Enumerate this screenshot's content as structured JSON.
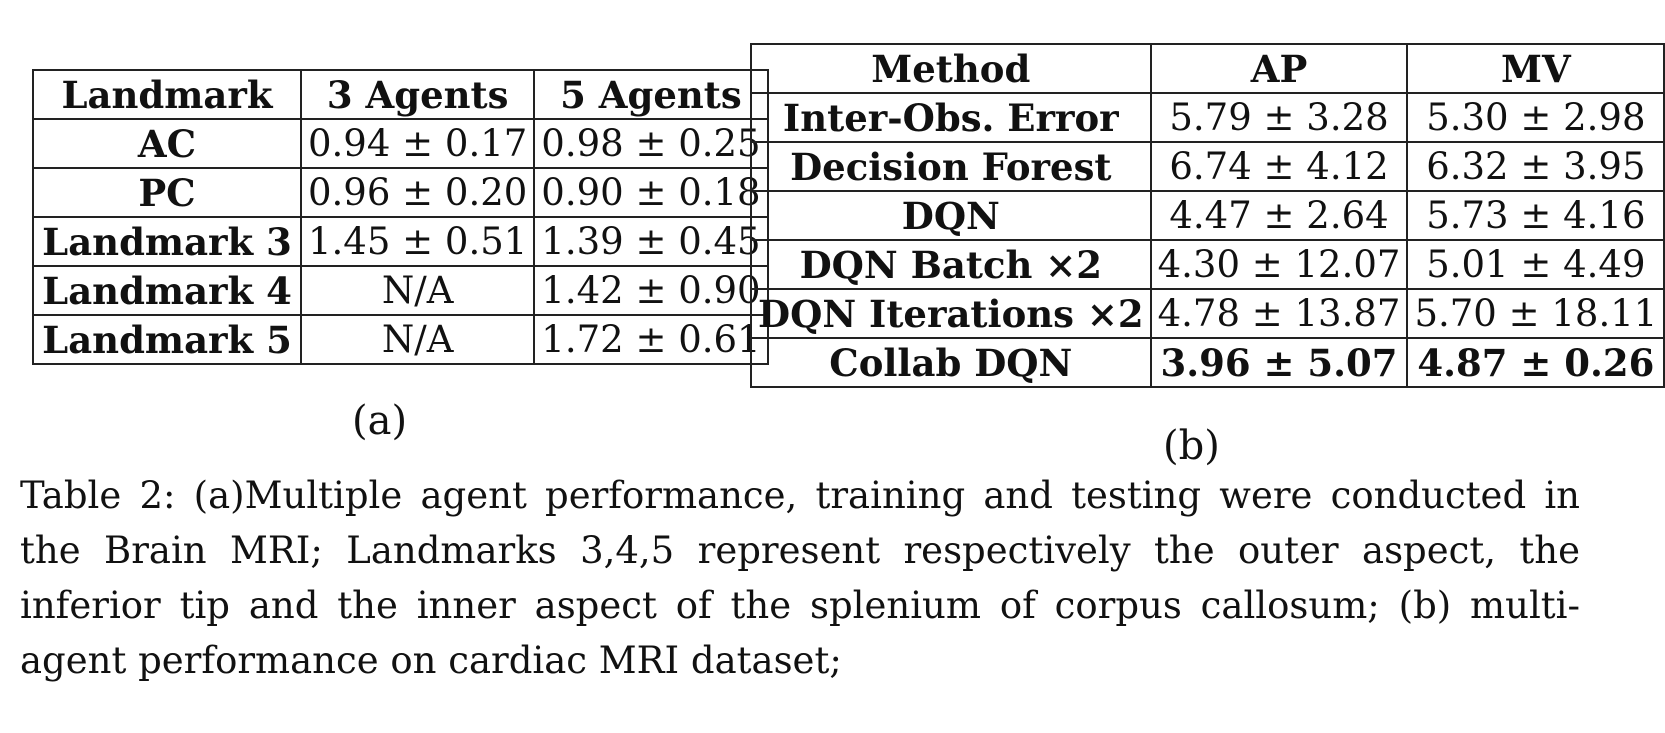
{
  "table_a": {
    "headers": [
      "Landmark",
      "3 Agents",
      "5 Agents"
    ],
    "rows": [
      [
        "AC",
        "0.94 ± 0.17",
        "0.98 ± 0.25"
      ],
      [
        "PC",
        "0.96 ± 0.20",
        "0.90 ± 0.18"
      ],
      [
        "Landmark 3",
        "1.45 ± 0.51",
        "1.39 ± 0.45"
      ],
      [
        "Landmark 4",
        "N/A",
        "1.42 ± 0.90"
      ],
      [
        "Landmark 5",
        "N/A",
        "1.72 ± 0.61"
      ]
    ],
    "label": "(a)"
  },
  "table_b": {
    "headers": [
      "Method",
      "AP",
      "MV"
    ],
    "rows": [
      [
        "Inter-Obs. Error",
        "5.79 ± 3.28",
        "5.30 ± 2.98"
      ],
      [
        "Decision Forest",
        "6.74 ± 4.12",
        "6.32 ± 3.95"
      ],
      [
        "DQN",
        "4.47 ± 2.64",
        "5.73 ± 4.16"
      ],
      [
        "DQN Batch ×2",
        "4.30 ± 12.07",
        "5.01 ± 4.49"
      ],
      [
        "DQN Iterations ×2",
        "4.78 ± 13.87",
        "5.70 ± 18.11"
      ],
      [
        "Collab DQN",
        "3.96 ± 5.07",
        "4.87 ± 0.26"
      ]
    ],
    "label": "(b)"
  },
  "caption": "Table 2: (a)Multiple agent performance, training and testing were conducted in the Brain MRI; Landmarks 3,4,5 represent respectively the outer aspect, the inferior tip and the inner aspect of the splenium of corpus callosum; (b) multi-agent performance on cardiac MRI dataset;"
}
